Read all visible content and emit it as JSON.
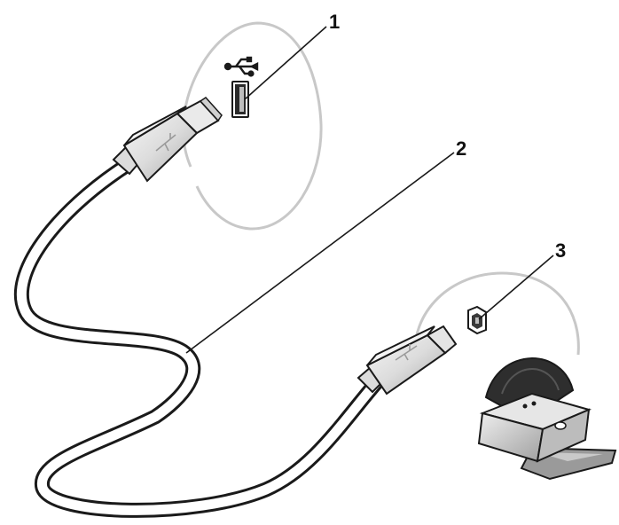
{
  "callouts": [
    {
      "label": "1",
      "target": "usb-port-computer"
    },
    {
      "label": "2",
      "target": "usb-cable"
    },
    {
      "label": "3",
      "target": "usb-port-printer"
    }
  ],
  "colors": {
    "circle_stroke": "#c8c8c8",
    "outline": "#1a1a1a",
    "connector_light": "#efefef",
    "connector_mid": "#cfcfcf",
    "connector_dark": "#8f8f8f",
    "printer_body": "#d6d6d6",
    "printer_dark": "#3a3a3a"
  },
  "icons": [
    "usb-trident-icon",
    "usb-port-icon",
    "usb-b-port-icon",
    "printer-icon"
  ]
}
